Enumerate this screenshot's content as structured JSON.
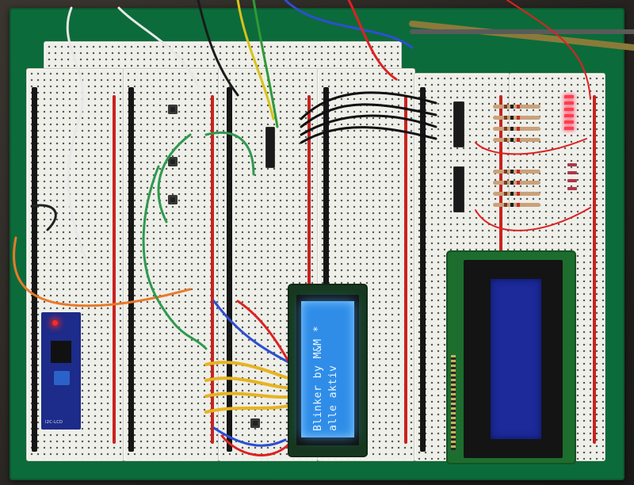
{
  "lcd_16x2": {
    "line1": "Blinker by M&M *",
    "line2": "alle aktiv"
  },
  "i2c_module": {
    "label": "I2C-LCD"
  },
  "colors": {
    "pcb": "#0c6b3a",
    "breadboard": "#efefea",
    "rail_black": "#161616",
    "rail_red": "#c8231f",
    "lcd_16x2_backlight": "#2f8de8",
    "lcd_20x4_backlight": "#1c2a9a",
    "led_bar": "#ff3d4f"
  }
}
